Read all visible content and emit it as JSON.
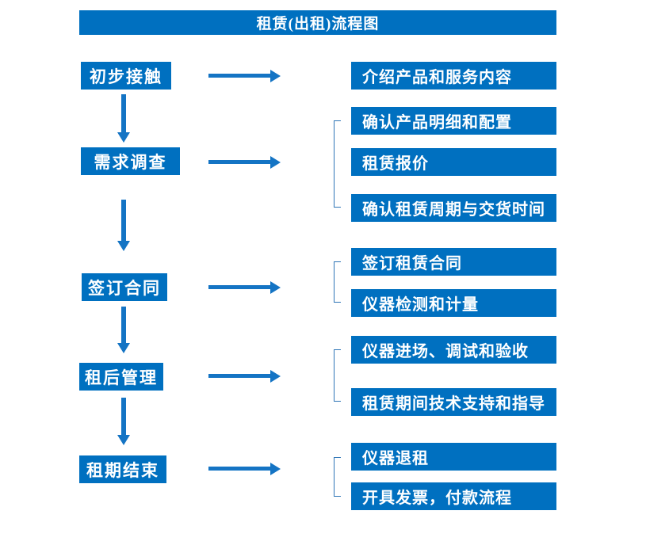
{
  "title": "租赁(出租)流程图",
  "colors": {
    "page_bg": "#ffffff",
    "box_blue": "#0070c0",
    "arrow_blue": "#1474c4",
    "bracket_blue": "#2e75b6",
    "text_white": "#ffffff"
  },
  "icons": {
    "right_arrow": "►",
    "down_arrow": "▼",
    "group_bracket": "["
  },
  "steps": [
    {
      "label": "初步接触",
      "outputs": [
        "介绍产品和服务内容"
      ]
    },
    {
      "label": "需求调查",
      "outputs": [
        "确认产品明细和配置",
        "租赁报价",
        "确认租赁周期与交货时间"
      ]
    },
    {
      "label": "签订合同",
      "outputs": [
        "签订租赁合同",
        "仪器检测和计量"
      ]
    },
    {
      "label": "租后管理",
      "outputs": [
        "仪器进场、调试和验收",
        "租赁期间技术支持和指导"
      ]
    },
    {
      "label": "租期结束",
      "outputs": [
        "仪器退租",
        "开具发票，付款流程"
      ]
    }
  ]
}
